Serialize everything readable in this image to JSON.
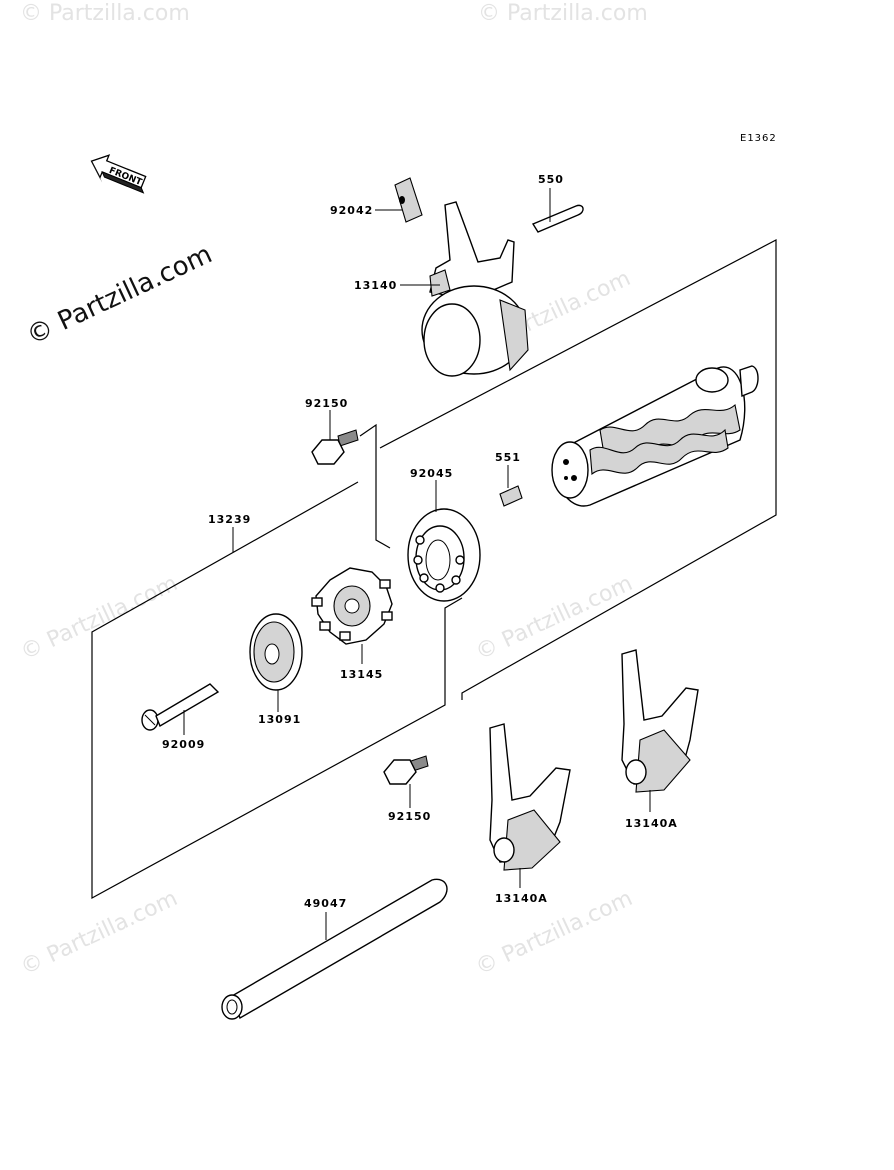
{
  "diagram": {
    "code": "E1362",
    "front_label": "FRONT",
    "watermarks": {
      "main": "© Partzilla.com",
      "faded": "© Partzilla.com"
    },
    "parts": {
      "p92042": "92042",
      "p550": "550",
      "p13140": "13140",
      "p92150_top": "92150",
      "p551": "551",
      "p92045": "92045",
      "p13239": "13239",
      "p13145": "13145",
      "p13091": "13091",
      "p92009": "92009",
      "p92150_bottom": "92150",
      "p13140A_right": "13140A",
      "p13140A_left": "13140A",
      "p49047": "49047"
    }
  }
}
